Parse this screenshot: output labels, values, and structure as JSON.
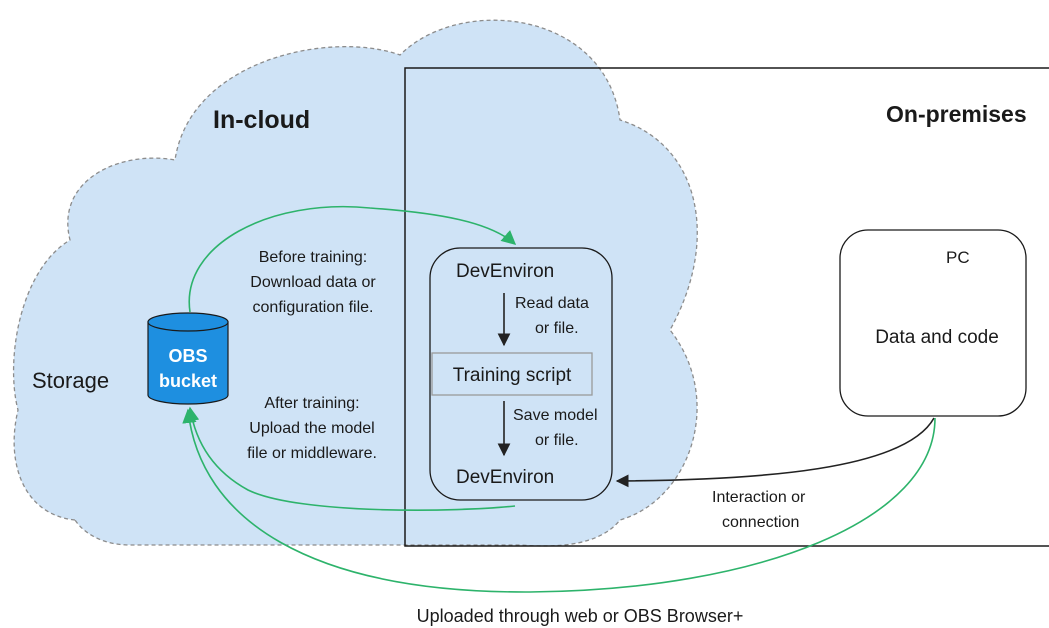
{
  "labels": {
    "in_cloud": "In-cloud",
    "on_premises": "On-premises",
    "storage": "Storage",
    "obs_line1": "OBS",
    "obs_line2": "bucket",
    "before_training": [
      "Before training:",
      "Download data or",
      "configuration file."
    ],
    "after_training": [
      "After training:",
      "Upload the model",
      "file or middleware."
    ],
    "dev_environ_top": "DevEnviron",
    "read_data": [
      "Read data",
      "or file."
    ],
    "training_script": "Training script",
    "save_model": [
      "Save model",
      "or file."
    ],
    "dev_environ_bottom": "DevEnviron",
    "pc": "PC",
    "data_and_code": "Data and code",
    "interaction": [
      "Interaction or",
      "connection"
    ],
    "uploaded_through": "Uploaded through web or OBS Browser+"
  },
  "colors": {
    "cloud_fill": "#cfe3f6",
    "cloud_stroke": "#8c8c8c",
    "bucket_blue": "#1e8fe0",
    "green_arrow": "#2db36b",
    "dark_arrow": "#222222",
    "script_border": "#9a9a9a"
  }
}
